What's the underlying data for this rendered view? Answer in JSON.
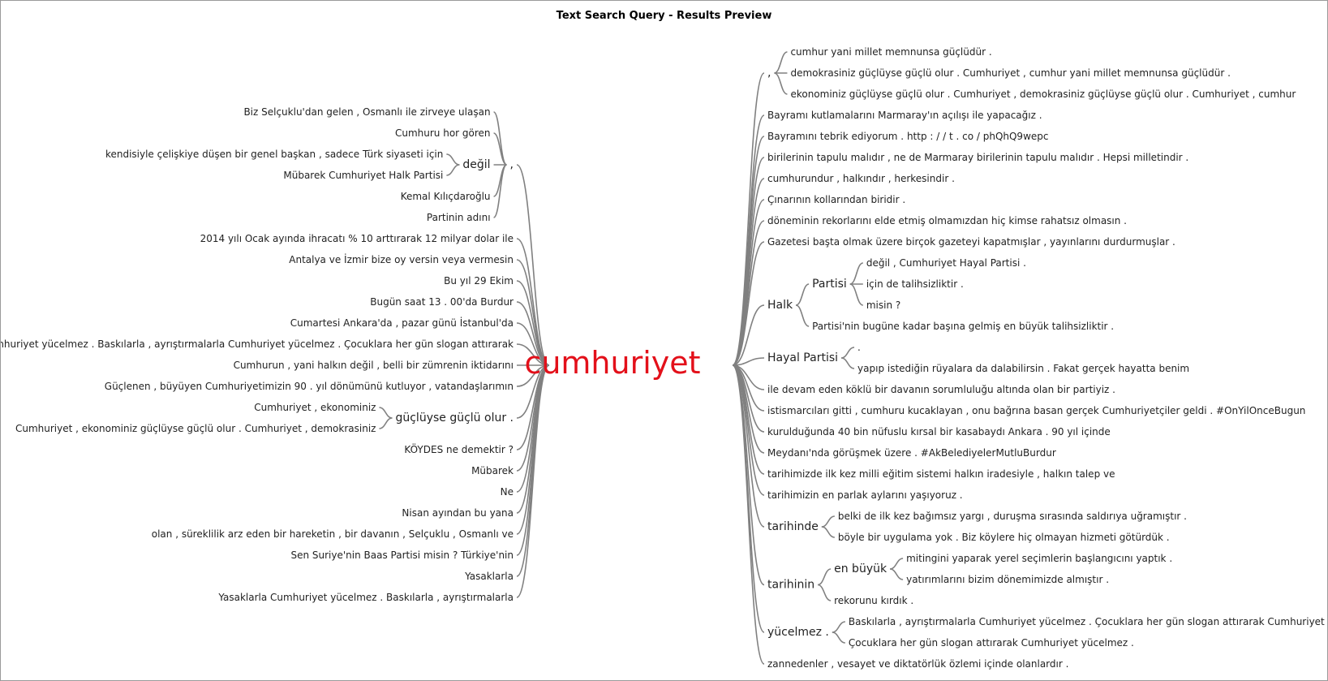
{
  "title": "Text Search Query - Results Preview",
  "root": "cumhuriyet",
  "left": [
    {
      "label": ",",
      "children": [
        {
          "label": "Biz Selçuklu'dan gelen , Osmanlı ile zirveye ulaşan"
        },
        {
          "label": "Cumhuru hor gören"
        },
        {
          "label": "değil",
          "children": [
            {
              "label": "kendisiyle çelişkiye düşen bir genel başkan , sadece Türk siyaseti için"
            },
            {
              "label": "Mübarek Cumhuriyet Halk Partisi"
            }
          ]
        },
        {
          "label": "Kemal Kılıçdaroğlu"
        },
        {
          "label": "Partinin adını"
        }
      ]
    },
    {
      "label": "2014 yılı Ocak ayında ihracatı % 10 arttırarak 12 milyar dolar ile"
    },
    {
      "label": "Antalya ve İzmir bize oy versin veya vermesin"
    },
    {
      "label": "Bu yıl 29 Ekim"
    },
    {
      "label": "Bugün saat 13 . 00'da Burdur"
    },
    {
      "label": "Cumartesi Ankara'da , pazar günü İstanbul'da"
    },
    {
      "label": "Cumhuriyet yücelmez . Baskılarla , ayrıştırmalarla Cumhuriyet yücelmez . Çocuklara her gün slogan attırarak"
    },
    {
      "label": "Cumhurun , yani halkın değil , belli bir zümrenin iktidarını"
    },
    {
      "label": "Güçlenen , büyüyen Cumhuriyetimizin 90 . yıl dönümünü kutluyor , vatandaşlarımın"
    },
    {
      "label": "güçlüyse güçlü olur .",
      "children": [
        {
          "label": "Cumhuriyet , ekonominiz"
        },
        {
          "label": "Cumhuriyet , ekonominiz güçlüyse güçlü olur . Cumhuriyet , demokrasiniz"
        }
      ]
    },
    {
      "label": "KÖYDES ne demektir ?"
    },
    {
      "label": "Mübarek"
    },
    {
      "label": "Ne"
    },
    {
      "label": "Nisan ayından bu yana"
    },
    {
      "label": "olan , süreklilik arz eden bir hareketin , bir davanın , Selçuklu , Osmanlı ve"
    },
    {
      "label": "Sen Suriye'nin Baas Partisi misin ? Türkiye'nin"
    },
    {
      "label": "Yasaklarla"
    },
    {
      "label": "Yasaklarla Cumhuriyet yücelmez . Baskılarla , ayrıştırmalarla"
    }
  ],
  "right": [
    {
      "label": ",",
      "children": [
        {
          "label": "cumhur yani millet memnunsa güçlüdür ."
        },
        {
          "label": "demokrasiniz güçlüyse güçlü olur . Cumhuriyet , cumhur yani millet memnunsa güçlüdür ."
        },
        {
          "label": "ekonominiz güçlüyse güçlü olur . Cumhuriyet , demokrasiniz güçlüyse güçlü olur . Cumhuriyet , cumhur"
        }
      ]
    },
    {
      "label": "Bayramı kutlamalarını Marmaray'ın açılışı ile yapacağız ."
    },
    {
      "label": "Bayramını tebrik ediyorum . http : / / t . co / phQhQ9wepc"
    },
    {
      "label": "birilerinin tapulu malıdır , ne de Marmaray birilerinin tapulu malıdır . Hepsi milletindir ."
    },
    {
      "label": "cumhurundur , halkındır , herkesindir ."
    },
    {
      "label": "Çınarının kollarından biridir ."
    },
    {
      "label": "döneminin rekorlarını elde etmiş olmamızdan hiç kimse rahatsız olmasın ."
    },
    {
      "label": "Gazetesi başta olmak üzere birçok gazeteyi kapatmışlar , yayınlarını durdurmuşlar ."
    },
    {
      "label": "Halk",
      "children": [
        {
          "label": "Partisi",
          "children": [
            {
              "label": "değil , Cumhuriyet Hayal Partisi ."
            },
            {
              "label": "için de talihsizliktir ."
            },
            {
              "label": "misin ?"
            }
          ]
        },
        {
          "label": "Partisi'nin bugüne kadar başına gelmiş en büyük talihsizliktir ."
        }
      ]
    },
    {
      "label": "Hayal Partisi",
      "children": [
        {
          "label": "."
        },
        {
          "label": "yapıp istediğin rüyalara da dalabilirsin . Fakat gerçek hayatta benim"
        }
      ]
    },
    {
      "label": "ile devam eden köklü bir davanın sorumluluğu altında olan bir partiyiz ."
    },
    {
      "label": "istismarcıları gitti , cumhuru kucaklayan , onu bağrına basan gerçek Cumhuriyetçiler geldi . #OnYilOnceBugun"
    },
    {
      "label": "kurulduğunda 40 bin nüfuslu kırsal bir kasabaydı Ankara . 90 yıl içinde"
    },
    {
      "label": "Meydanı'nda görüşmek üzere . #AkBelediyelerMutluBurdur"
    },
    {
      "label": "tarihimizde ilk kez milli eğitim sistemi halkın iradesiyle , halkın talep ve"
    },
    {
      "label": "tarihimizin en parlak aylarını yaşıyoruz ."
    },
    {
      "label": "tarihinde",
      "children": [
        {
          "label": "belki de ilk kez bağımsız yargı , duruşma sırasında saldırıya uğramıştır ."
        },
        {
          "label": "böyle bir uygulama yok . Biz köylere hiç olmayan hizmeti götürdük ."
        }
      ]
    },
    {
      "label": "tarihinin",
      "children": [
        {
          "label": "en büyük",
          "children": [
            {
              "label": "mitingini yaparak yerel seçimlerin başlangıcını yaptık ."
            },
            {
              "label": "yatırımlarını bizim dönemimizde almıştır ."
            }
          ]
        },
        {
          "label": "rekorunu kırdık ."
        }
      ]
    },
    {
      "label": "yücelmez .",
      "children": [
        {
          "label": "Baskılarla , ayrıştırmalarla Cumhuriyet yücelmez . Çocuklara her gün slogan attırarak Cumhuriyet"
        },
        {
          "label": "Çocuklara her gün slogan attırarak Cumhuriyet yücelmez ."
        }
      ]
    },
    {
      "label": "zannedenler , vesayet ve diktatörlük özlemi içinde olanlardır ."
    }
  ]
}
